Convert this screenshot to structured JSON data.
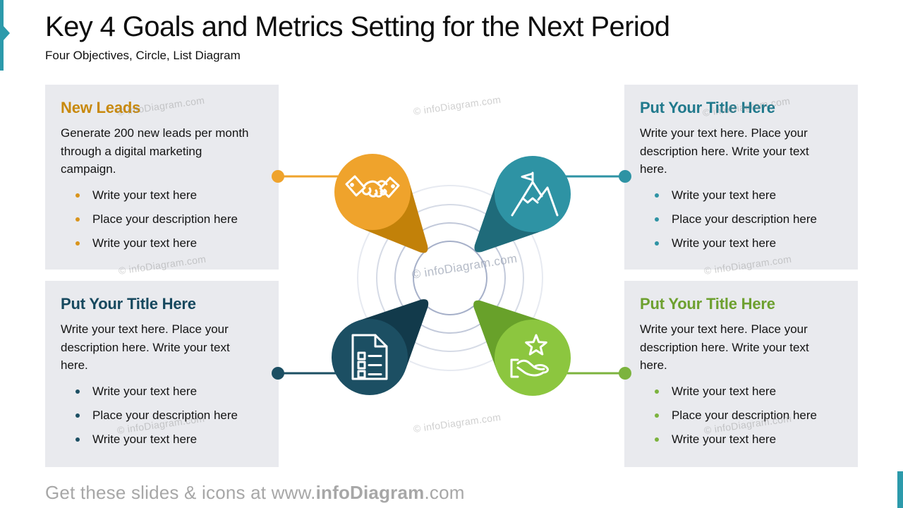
{
  "slide": {
    "title": "Key 4 Goals and Metrics Setting for the Next Period",
    "subtitle": "Four Objectives, Circle, List Diagram",
    "watermark": "© infoDiagram.com",
    "footer": {
      "prefix": "Get these slides & icons at www.",
      "brand": "infoDiagram",
      "suffix": ".com"
    }
  },
  "colors": {
    "edge_bar": "#2C9AAB",
    "box_bg": "#E9EAEE",
    "title_text": "#0D0D0D",
    "body_text": "#141414",
    "footer_text": "#A7A7A7",
    "ring_inner": "#A6B0C9",
    "ring_mid": "#C2C9DA",
    "ring_outer": "#D6DBE6",
    "ring_far": "#E7EAF1",
    "icon_stroke": "#FFFFFF"
  },
  "boxes": [
    {
      "position": "top-left",
      "title": "New Leads",
      "accent": "#C8890D",
      "bullet_color": "#D9941C",
      "body": "Generate 200 new leads per month through a digital marketing campaign.",
      "bullets": [
        "Write your text here",
        "Place your description here",
        "Write your text here"
      ]
    },
    {
      "position": "top-right",
      "title": "Put Your Title Here",
      "accent": "#20798C",
      "bullet_color": "#2E93A4",
      "body": "Write your text here. Place your description here. Write your text here.",
      "bullets": [
        "Write your text here",
        "Place your description here",
        "Write your text here"
      ]
    },
    {
      "position": "bottom-left",
      "title": "Put Your Title Here",
      "accent": "#16485E",
      "bullet_color": "#1C4F63",
      "body": "Write your text here. Place your description here. Write your text here.",
      "bullets": [
        "Write your text here",
        "Place your description here",
        "Write your text here"
      ]
    },
    {
      "position": "bottom-right",
      "title": "Put Your Title Here",
      "accent": "#6DA02F",
      "bullet_color": "#7CB33E",
      "body": "Write your text here. Place your description here. Write your text here.",
      "bullets": [
        "Write your text here",
        "Place your description here",
        "Write your text here"
      ]
    }
  ],
  "diagram": {
    "pins": [
      {
        "icon": "handshake-icon",
        "fill": "#EFA32C",
        "shade": "#C28109",
        "connector": "#EFA32C"
      },
      {
        "icon": "mountain-flag-icon",
        "fill": "#2E93A4",
        "shade": "#1F6B7A",
        "connector": "#2E93A4"
      },
      {
        "icon": "checklist-document-icon",
        "fill": "#1C4F63",
        "shade": "#123A4B",
        "connector": "#1C4F63"
      },
      {
        "icon": "hand-star-icon",
        "fill": "#8CC63F",
        "shade": "#68A12A",
        "connector": "#7CB33E"
      }
    ]
  }
}
